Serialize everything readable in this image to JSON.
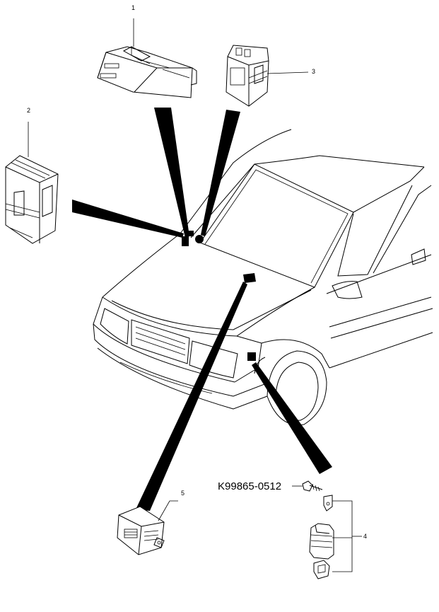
{
  "callouts": {
    "c1": "1",
    "c2": "2",
    "c3": "3",
    "c4": "4",
    "c5": "5"
  },
  "part_number": "K99865-0512",
  "colors": {
    "ink": "#000000",
    "paper": "#ffffff"
  },
  "icons": [
    "relay-module-1",
    "control-unit-2",
    "relay-3",
    "sensor-bracket-4",
    "module-5",
    "bolt-icon",
    "car-outline"
  ]
}
